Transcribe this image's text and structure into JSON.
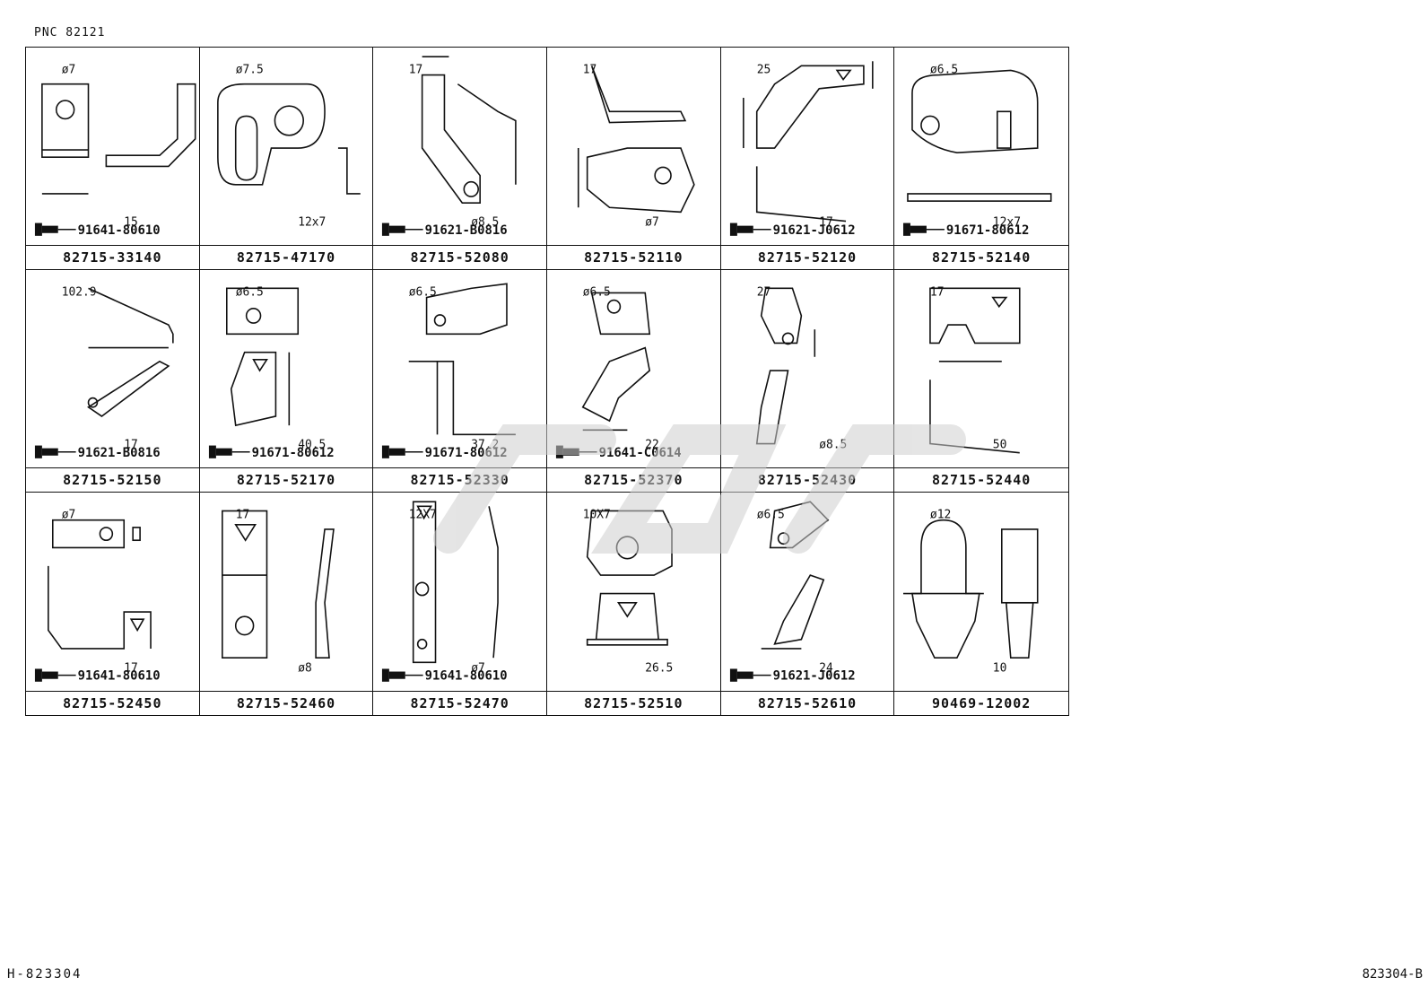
{
  "pnc_label": "PNC 82121",
  "cells": [
    {
      "part_number": "82715-33140",
      "bolt": "91641-80610",
      "dims": [
        "ø7",
        "15"
      ]
    },
    {
      "part_number": "82715-47170",
      "bolt": "",
      "dims": [
        "ø7.5",
        "12x7"
      ]
    },
    {
      "part_number": "82715-52080",
      "bolt": "91621-B0816",
      "dims": [
        "17",
        "ø8.5"
      ]
    },
    {
      "part_number": "82715-52110",
      "bolt": "",
      "dims": [
        "17",
        "ø7"
      ]
    },
    {
      "part_number": "82715-52120",
      "bolt": "91621-J0612",
      "dims": [
        "25",
        "17"
      ]
    },
    {
      "part_number": "82715-52140",
      "bolt": "91671-80612",
      "dims": [
        "ø6.5",
        "12x7"
      ]
    },
    {
      "part_number": "82715-52150",
      "bolt": "91621-B0816",
      "dims": [
        "102.9",
        "17"
      ]
    },
    {
      "part_number": "82715-52170",
      "bolt": "91671-80612",
      "dims": [
        "ø6.5",
        "40.5"
      ]
    },
    {
      "part_number": "82715-52330",
      "bolt": "91671-80612",
      "dims": [
        "ø6.5",
        "37.2"
      ]
    },
    {
      "part_number": "82715-52370",
      "bolt": "91641-C0614",
      "dims": [
        "ø6.5",
        "22"
      ]
    },
    {
      "part_number": "82715-52430",
      "bolt": "",
      "dims": [
        "27",
        "ø8.5"
      ]
    },
    {
      "part_number": "82715-52440",
      "bolt": "",
      "dims": [
        "17",
        "50"
      ]
    },
    {
      "part_number": "82715-52450",
      "bolt": "91641-80610",
      "dims": [
        "ø7",
        "17"
      ]
    },
    {
      "part_number": "82715-52460",
      "bolt": "",
      "dims": [
        "17",
        "ø8"
      ]
    },
    {
      "part_number": "82715-52470",
      "bolt": "91641-80610",
      "dims": [
        "12X7",
        "ø7"
      ]
    },
    {
      "part_number": "82715-52510",
      "bolt": "",
      "dims": [
        "10X7",
        "26.5"
      ]
    },
    {
      "part_number": "82715-52610",
      "bolt": "91621-J0612",
      "dims": [
        "ø6.5",
        "24"
      ]
    },
    {
      "part_number": "90469-12002",
      "bolt": "",
      "dims": [
        "ø12",
        "10"
      ]
    }
  ],
  "footer_left": "H-823304",
  "footer_right": "823304-B"
}
